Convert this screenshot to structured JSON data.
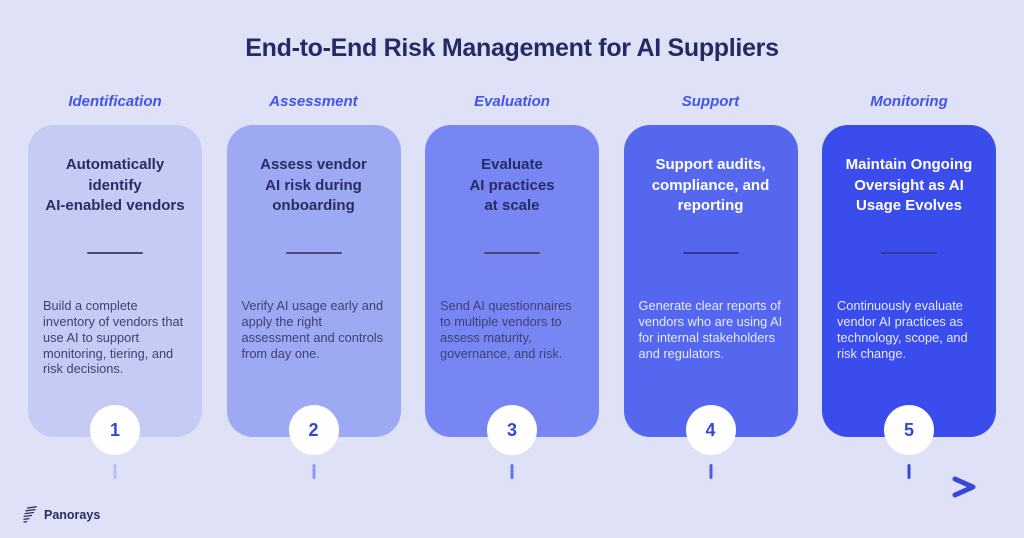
{
  "page": {
    "title": "End-to-End Risk Management for AI Suppliers"
  },
  "footer": {
    "brand": "Panorays"
  },
  "colors": {
    "background": "#dfe2f7",
    "title_text": "#232a64",
    "column_label": "#4155ea",
    "number_text": "#3447d6",
    "arrow": "#3447d6",
    "timeline_gradient_start": "#b3baf1",
    "timeline_gradient_end": "#3d50dd",
    "card_colors": [
      "#c5cbf4",
      "#9ea9f4",
      "#7886f4",
      "#5667ef",
      "#3a4ceb"
    ]
  },
  "columns": [
    {
      "label": "Identification",
      "number": "1",
      "card_title": "Automatically\nidentify\nAI-enabled vendors",
      "description": "Build a complete inventory of vendors that use AI to support monitoring, tiering, and risk decisions."
    },
    {
      "label": "Assessment",
      "number": "2",
      "card_title": "Assess vendor\nAI risk during\nonboarding",
      "description": "Verify AI usage early and apply the right assessment and controls from day one."
    },
    {
      "label": "Evaluation",
      "number": "3",
      "card_title": "Evaluate\nAI practices\nat scale",
      "description": "Send AI questionnaires to multiple vendors to assess maturity, governance, and risk."
    },
    {
      "label": "Support",
      "number": "4",
      "card_title": "Support audits,\ncompliance, and\nreporting",
      "description": "Generate clear reports of vendors who are using AI for internal stakeholders and regulators."
    },
    {
      "label": "Monitoring",
      "number": "5",
      "card_title": "Maintain Ongoing\nOversight as AI\nUsage Evolves",
      "description": "Continuously evaluate vendor AI practices as technology, scope, and risk change."
    }
  ]
}
